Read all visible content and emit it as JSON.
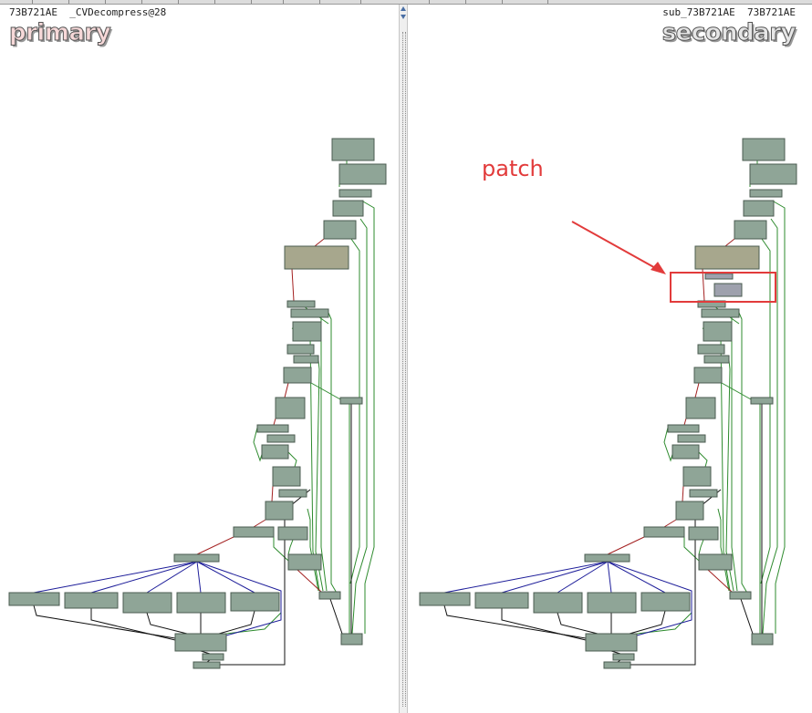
{
  "primary": {
    "function_title": "73B721AE  _CVDecompress@28",
    "pane_label": "primary"
  },
  "secondary": {
    "function_title": "sub_73B721AE  73B721AE",
    "pane_label": "secondary"
  },
  "annotation": {
    "text": "patch",
    "color": "#e23b3b"
  },
  "colors": {
    "node_fill": "#8fa597",
    "node_border": "#4b5c50",
    "highlight_node_fill": "#a7a78d",
    "patched_node_fill": "#9ea1ad",
    "edge_true": "#2e8b2e",
    "edge_false": "#a32020",
    "edge_switch": "#1e1e9a",
    "edge_uncond": "#111111"
  }
}
